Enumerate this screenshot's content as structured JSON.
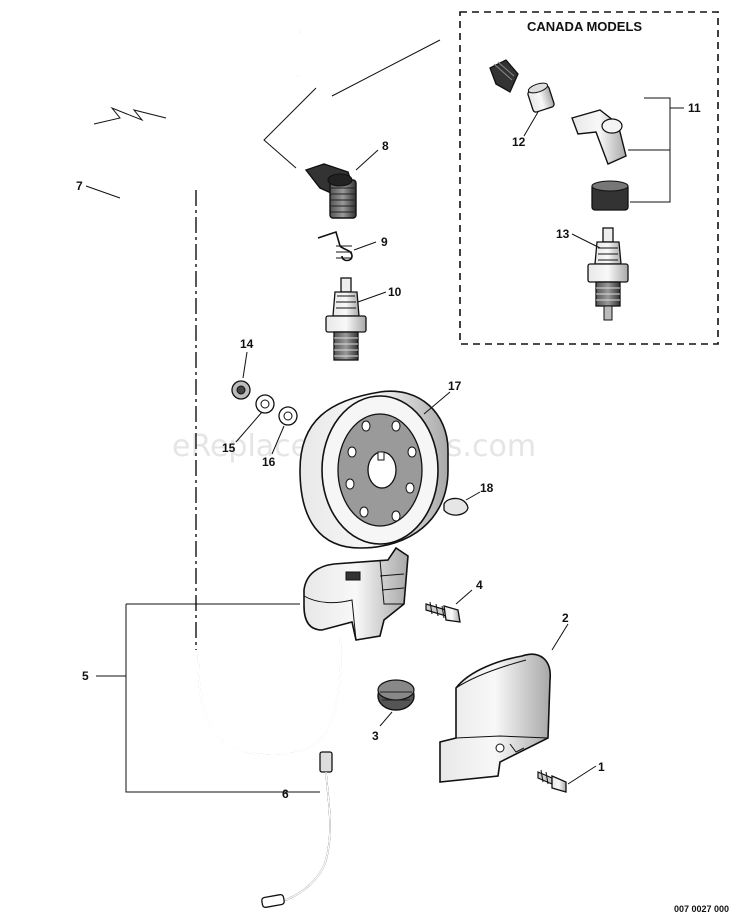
{
  "box_title": "CANADA MODELS",
  "watermark": "eReplacementParts.com",
  "drawing_code": "007 0027 000",
  "callouts": [
    "1",
    "2",
    "3",
    "4",
    "5",
    "6",
    "7",
    "8",
    "9",
    "10",
    "11",
    "12",
    "13",
    "14",
    "15",
    "16",
    "17",
    "18"
  ],
  "colors": {
    "line": "#111111",
    "shade": "#9a9a9a",
    "light": "#d8d8d8"
  }
}
